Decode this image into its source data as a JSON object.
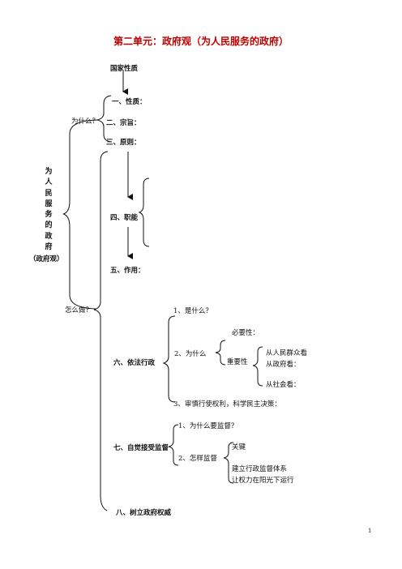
{
  "title": "第二单元：政府观（为人民服务的政府）",
  "nature": "国家性质",
  "left_vertical": [
    "为",
    "人",
    "民",
    "服",
    "务",
    "的",
    "政",
    "府"
  ],
  "left_sub": "（政府观）",
  "why": "为什么？",
  "how": "怎么做？",
  "items": {
    "xingzhi": "一、性质：",
    "zongzhi": "二、宗旨：",
    "yuanze": "三、原则：",
    "zhineng": "四、职能",
    "zuoyong": "五、作用：",
    "yifa": "六、依法行政",
    "jiandu": "七、自觉接受监督",
    "quanwei": "八、树立政府权威"
  },
  "yifa_sub": {
    "what": "1、是什么？",
    "why": "2、为什么",
    "necessity": "必要性：",
    "importance": "重要性",
    "people": "从人民群众看",
    "gov": "从政府看：",
    "society": "从社会看：",
    "careful": "3、审慎行使权利，科学民主决策："
  },
  "jiandu_sub": {
    "why": "1、为什么要监督？",
    "how": "2、怎样监督",
    "key": "关键",
    "system": "建立行政监督体系",
    "sunshine": "让权力在阳光下运行"
  },
  "page_number": "1"
}
